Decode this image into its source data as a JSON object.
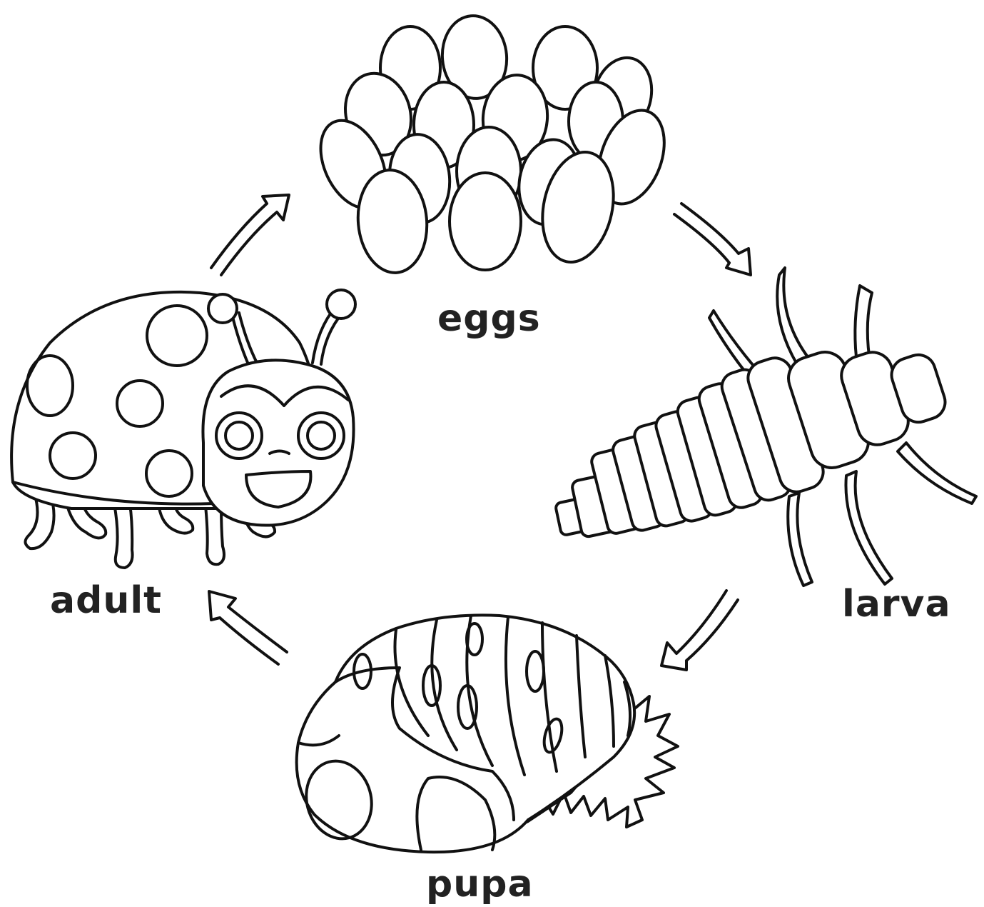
{
  "colors": {
    "line": "#111111",
    "fill": "#ffffff",
    "label": "#222222"
  },
  "stages": [
    {
      "id": "eggs",
      "label": "eggs"
    },
    {
      "id": "larva",
      "label": "larva"
    },
    {
      "id": "pupa",
      "label": "pupa"
    },
    {
      "id": "adult",
      "label": "adult"
    }
  ]
}
